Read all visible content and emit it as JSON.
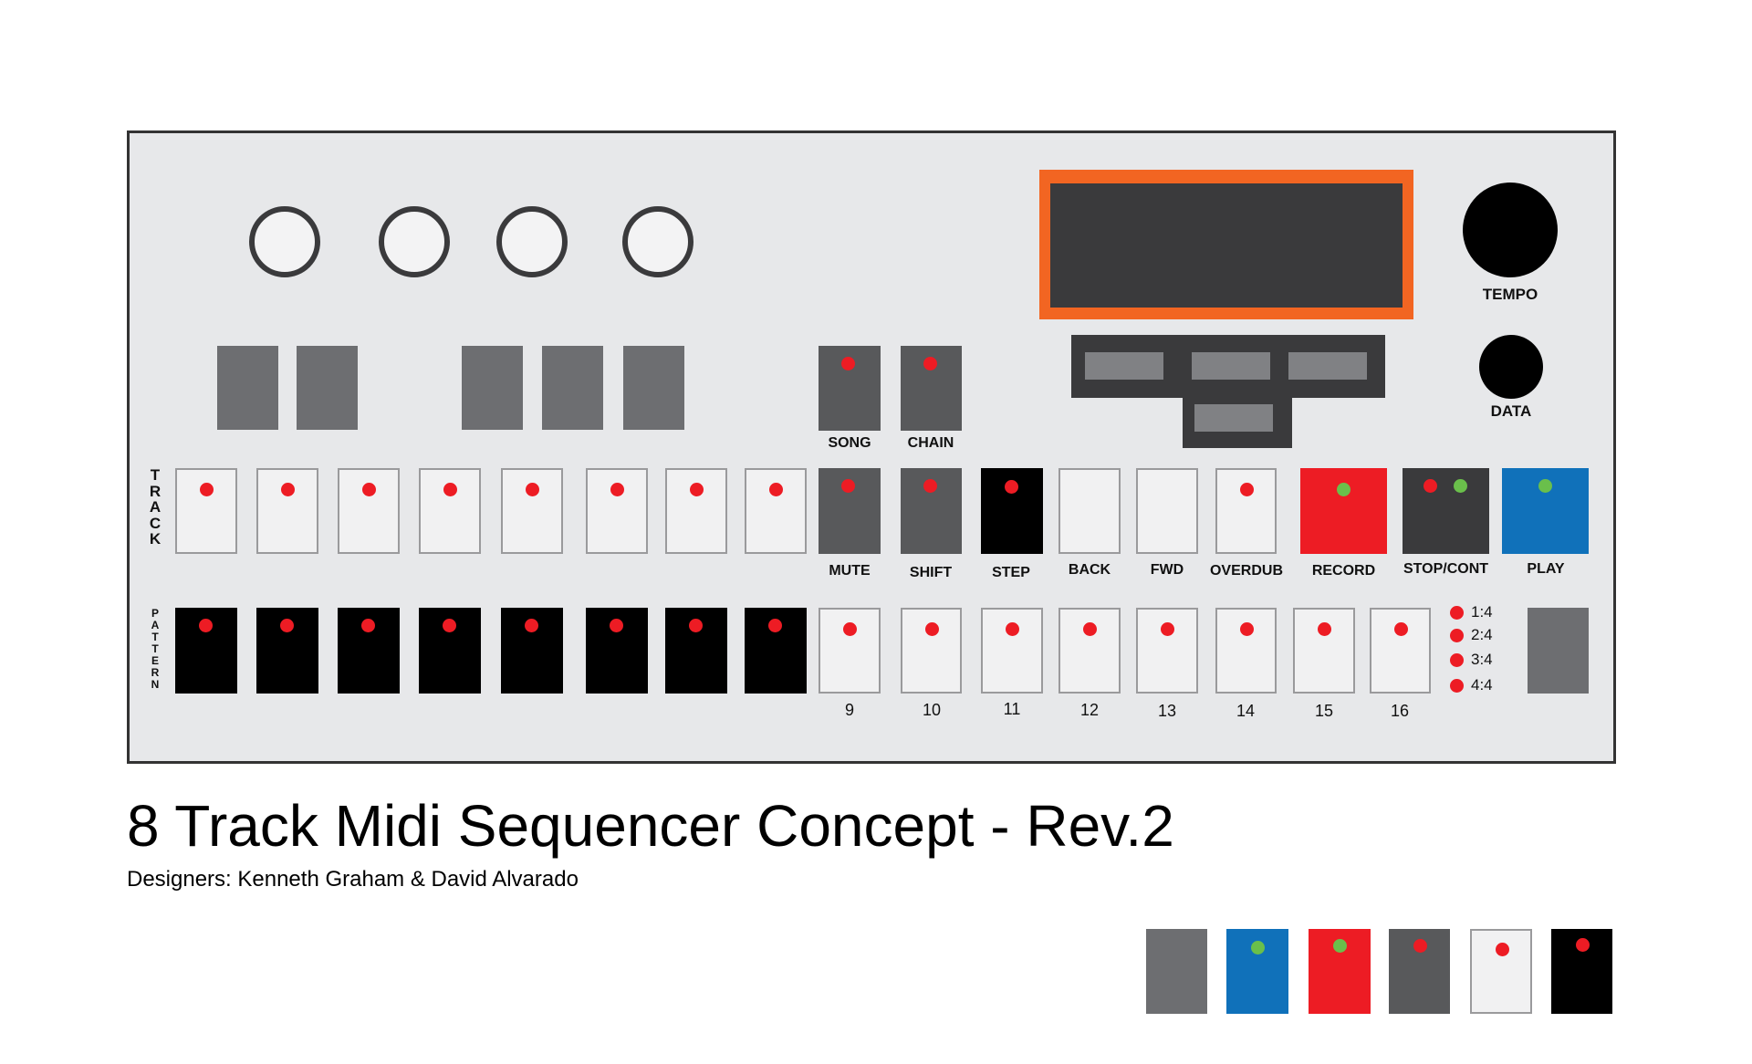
{
  "title": "8 Track Midi Sequencer Concept - Rev.2",
  "subtitle": "Designers: Kenneth Graham & David Alvarado",
  "labels": {
    "tempo": "TEMPO",
    "data": "DATA",
    "song": "SONG",
    "chain": "CHAIN",
    "mute": "MUTE",
    "shift": "SHIFT",
    "step": "STEP",
    "back": "BACK",
    "fwd": "FWD",
    "overdub": "OVERDUB",
    "record": "RECORD",
    "stop_cont": "STOP/CONT",
    "play": "PLAY"
  },
  "side_labels": {
    "track": [
      "T",
      "R",
      "A",
      "C",
      "K"
    ],
    "pattern": [
      "P",
      "A",
      "T",
      "T",
      "E",
      "R",
      "N"
    ]
  },
  "step_numbers": [
    "9",
    "10",
    "11",
    "12",
    "13",
    "14",
    "15",
    "16"
  ],
  "ratios": [
    "1:4",
    "2:4",
    "3:4",
    "4:4"
  ],
  "colors": {
    "panel": "#e7e8ea",
    "screen_border": "#f26522",
    "screen": "#3a3a3c",
    "led_red": "#ed1c24",
    "led_green": "#6abf4b",
    "record": "#ed1c24",
    "play": "#1071ba",
    "dark_gray": "#58595b",
    "mid_gray": "#6d6e71"
  }
}
